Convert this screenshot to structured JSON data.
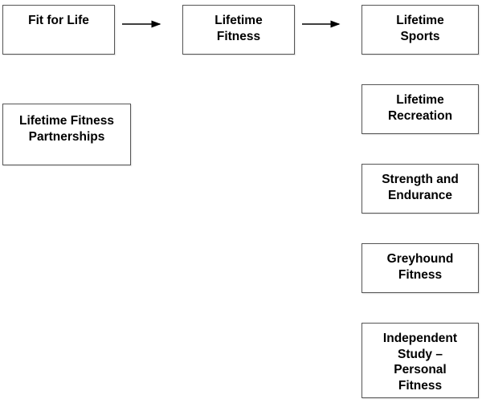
{
  "diagram": {
    "nodes": {
      "fit_for_life": "Fit for Life",
      "lifetime_fitness": "Lifetime\nFitness",
      "lifetime_sports": "Lifetime\nSports",
      "lifetime_fitness_partnerships": "Lifetime Fitness\nPartnerships",
      "lifetime_recreation": "Lifetime\nRecreation",
      "strength_and_endurance": "Strength and\nEndurance",
      "greyhound_fitness": "Greyhound\nFitness",
      "independent_study": "Independent\nStudy –\nPersonal\nFitness"
    },
    "edges": [
      {
        "from": "fit_for_life",
        "to": "lifetime_fitness"
      },
      {
        "from": "lifetime_fitness",
        "to": "lifetime_sports"
      }
    ]
  }
}
